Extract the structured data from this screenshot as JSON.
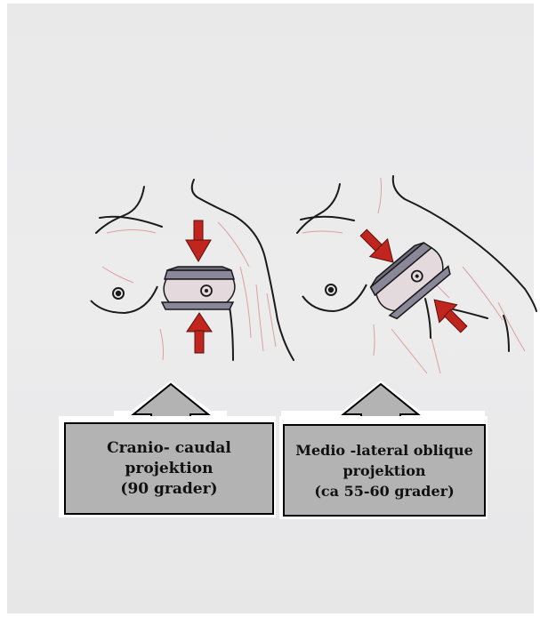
{
  "labels": {
    "left": {
      "line1": "Cranio- caudal",
      "line2": "projektion",
      "line3": "(90 grader)"
    },
    "right": {
      "line1": "Medio -lateral oblique",
      "line2": "projektion",
      "line3": "(ca 55-60 grader)"
    }
  },
  "colors": {
    "paper": "#ececed",
    "arrow_red": "#c0261d",
    "sketch_pink": "#d98c8c",
    "label_gray": "#b3b3b3"
  },
  "icons": [
    "compression-arrow-icon",
    "pointer-arrow-icon"
  ]
}
